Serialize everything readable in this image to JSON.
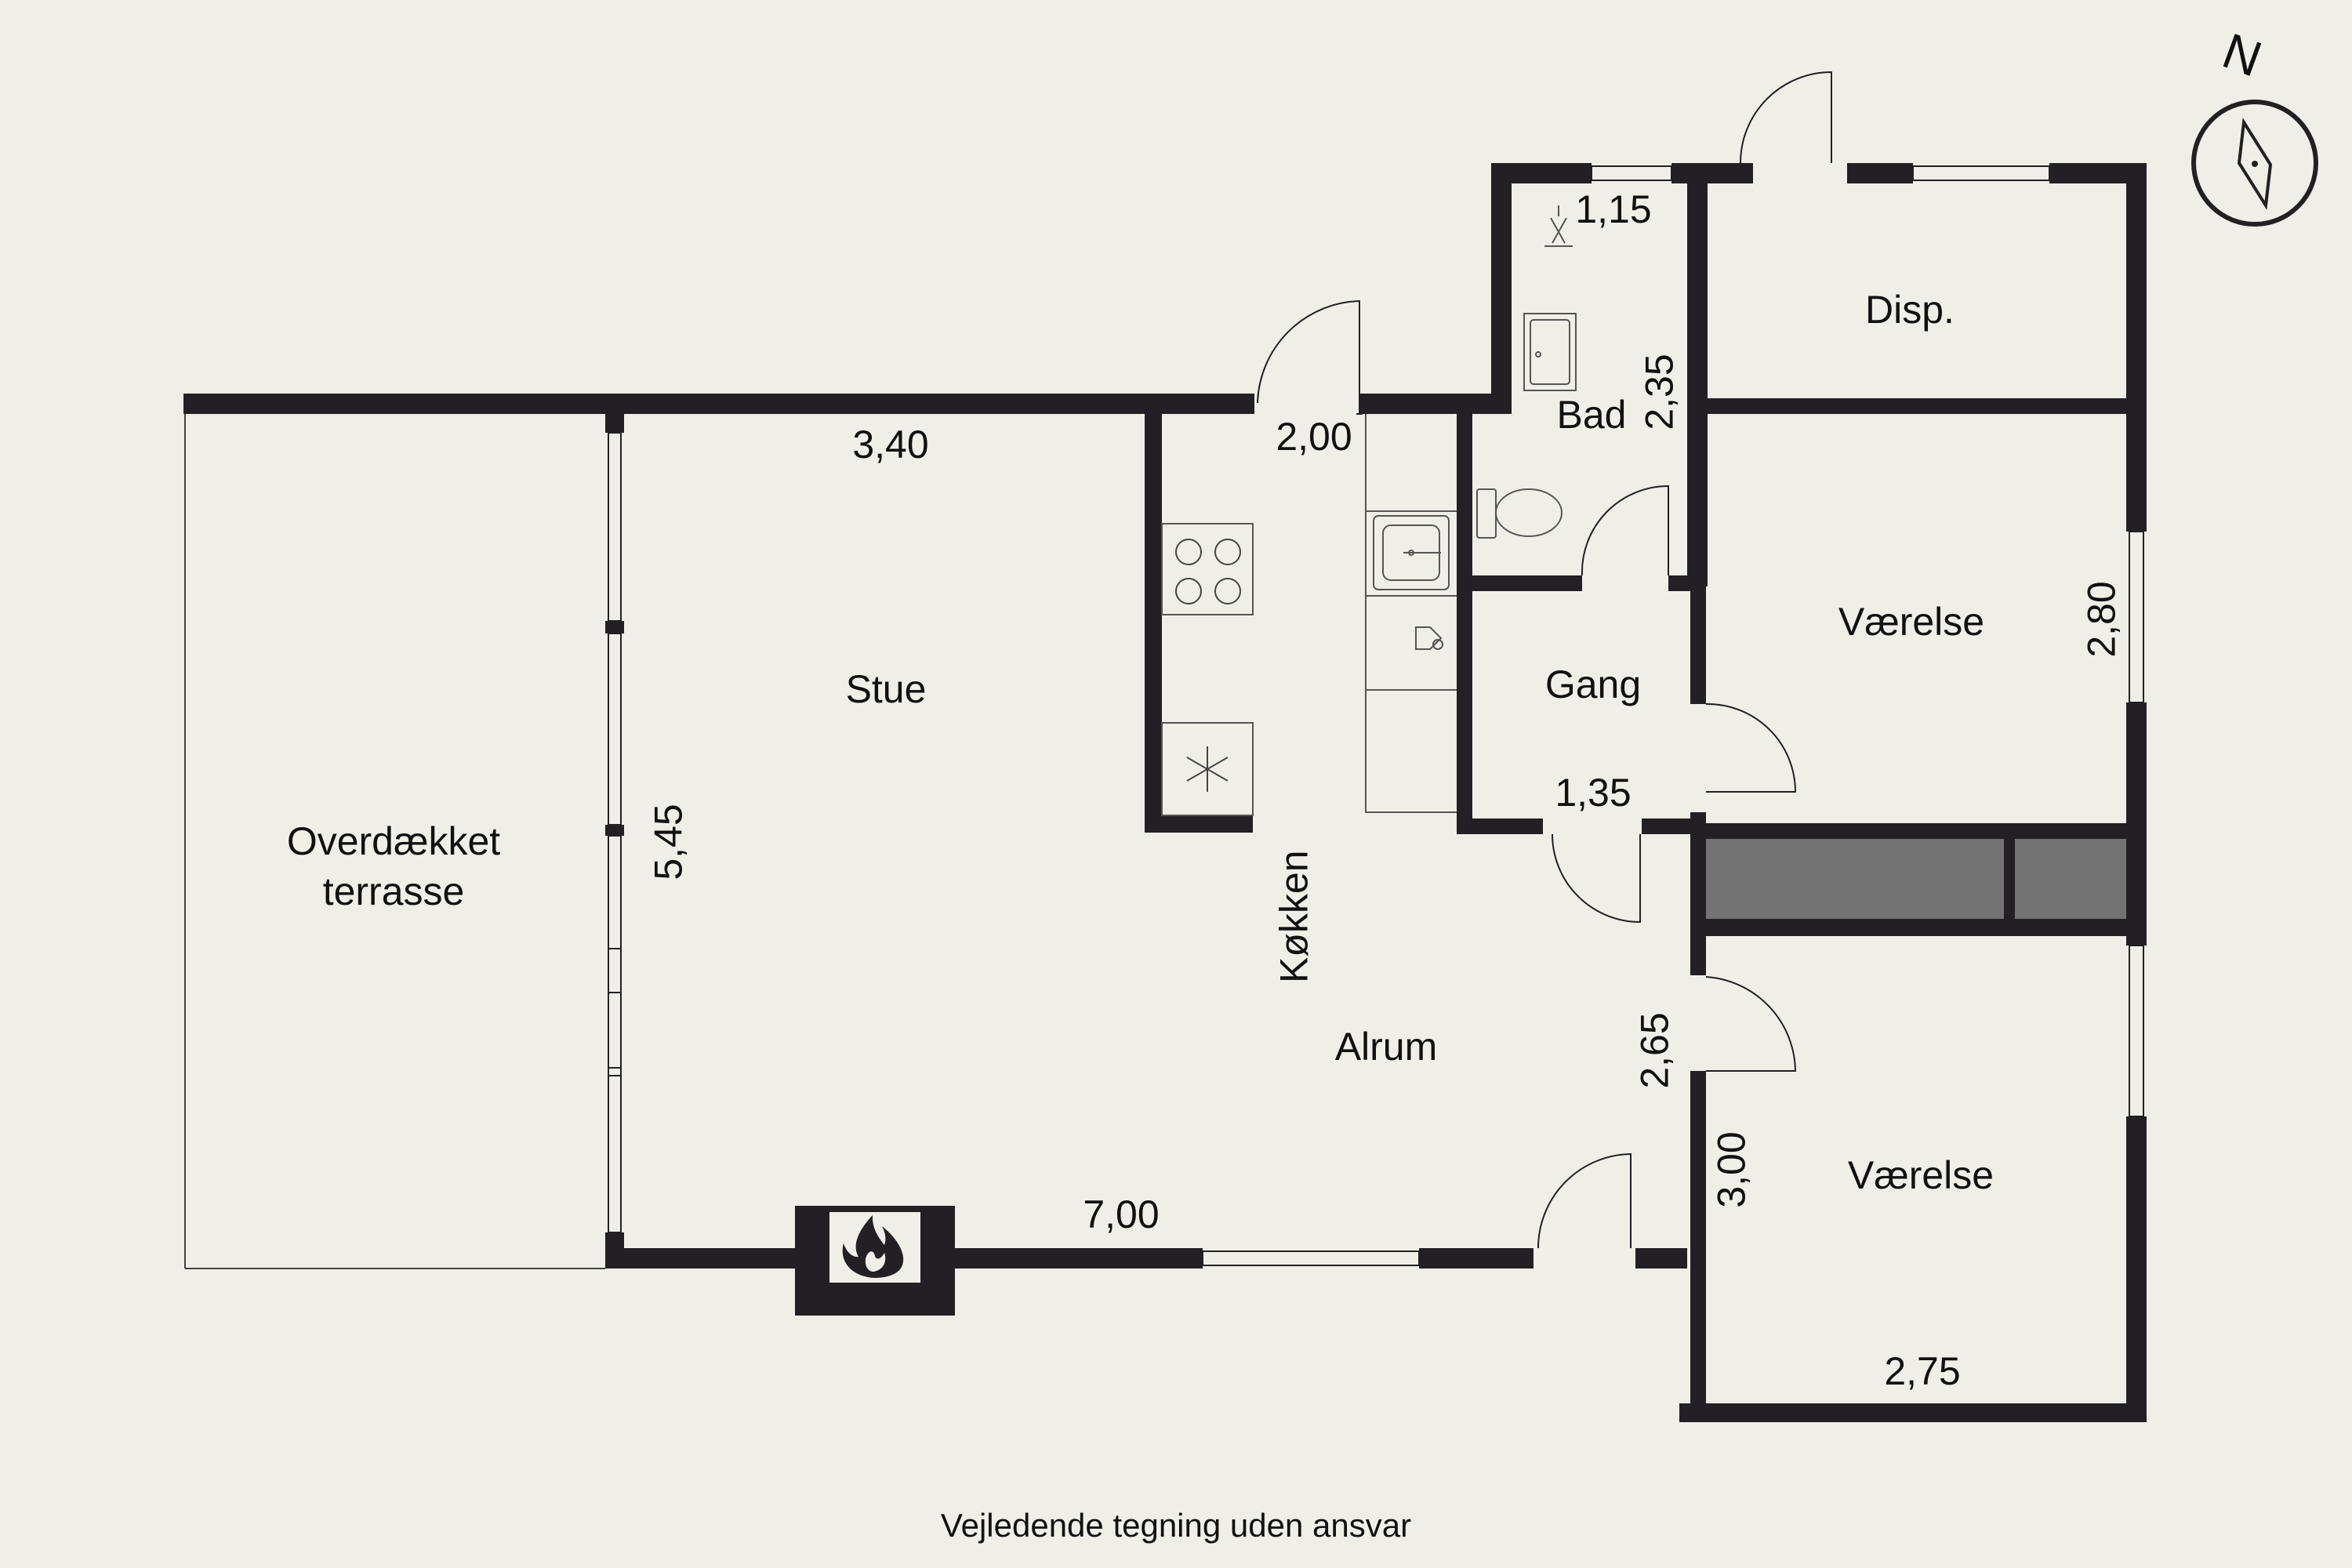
{
  "rooms": {
    "terrace_line1": "Overdækket",
    "terrace_line2": "terrasse",
    "stue": "Stue",
    "koekken": "Køkken",
    "alrum": "Alrum",
    "bad": "Bad",
    "gang": "Gang",
    "disp": "Disp.",
    "vaerelse_upper": "Værelse",
    "vaerelse_lower": "Værelse"
  },
  "dimensions": {
    "stue_width": "3,40",
    "stue_depth": "5,45",
    "koekken_width": "2,00",
    "bad_width": "1,15",
    "bad_depth": "2,35",
    "vaerelse_upper_depth": "2,80",
    "gang_width": "1,35",
    "alrum_depth": "2,65",
    "alrum_width": "7,00",
    "vaerelse_lower_depth": "3,00",
    "vaerelse_lower_width": "2,75"
  },
  "compass": {
    "label": "N"
  },
  "footer": {
    "disclaimer": "Vejledende tegning uden ansvar"
  }
}
